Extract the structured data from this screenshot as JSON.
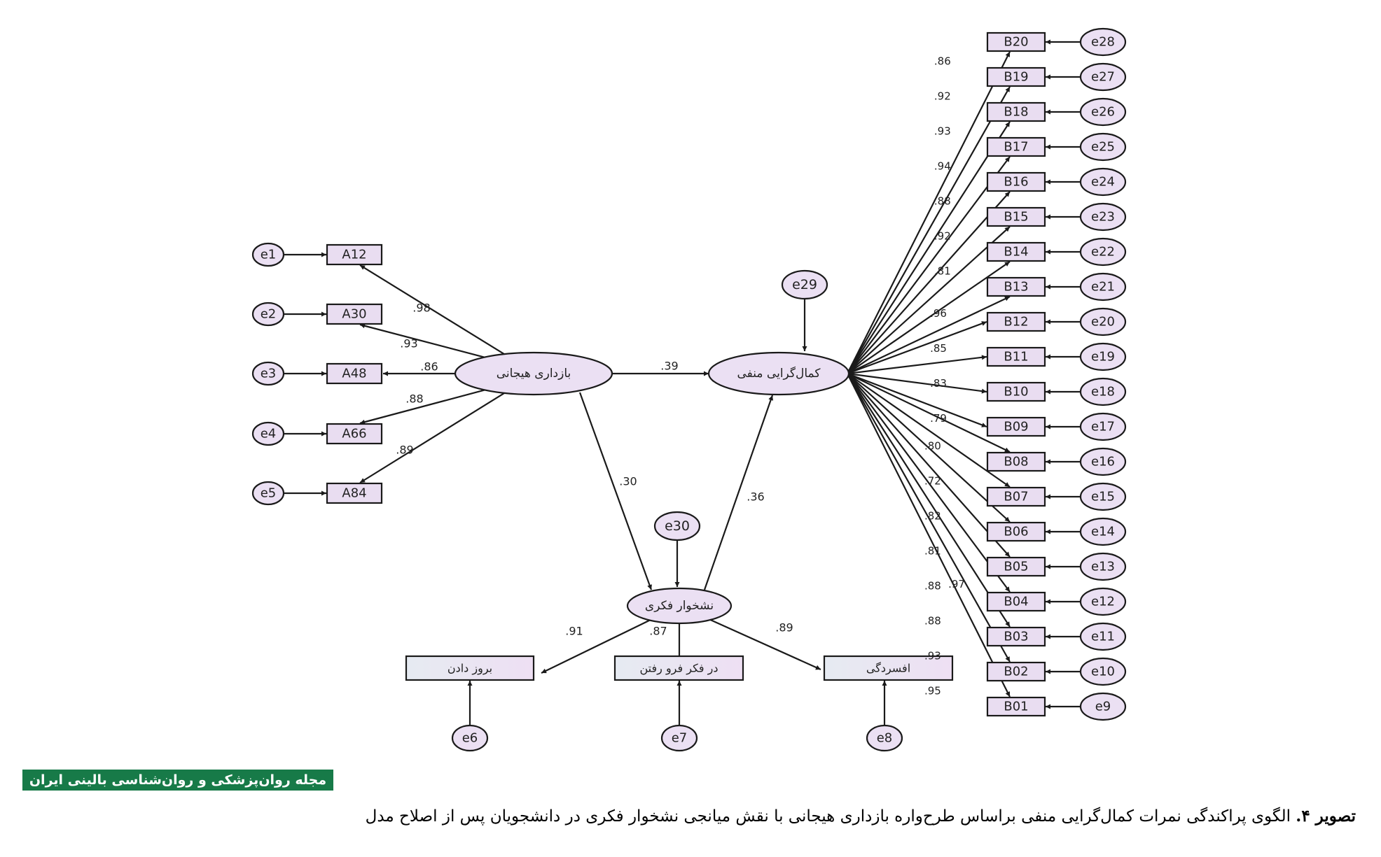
{
  "diagram": {
    "latents": {
      "L1": "بازداری هیجانی",
      "L2": "کمال‌گرایی منفی",
      "L3": "نشخوار فکری"
    },
    "a_indicators": [
      {
        "err": "e1",
        "name": "A12",
        "load": ".98"
      },
      {
        "err": "e2",
        "name": "A30",
        "load": ".93"
      },
      {
        "err": "e3",
        "name": "A48",
        "load": ".86"
      },
      {
        "err": "e4",
        "name": "A66",
        "load": ".88"
      },
      {
        "err": "e5",
        "name": "A84",
        "load": ".89"
      }
    ],
    "c_indicators": [
      {
        "err": "e6",
        "name": "بروز دادن",
        "load": ".91"
      },
      {
        "err": "e7",
        "name": "در فکر فرو رفتن",
        "load": ".87"
      },
      {
        "err": "e8",
        "name": "افسردگی",
        "load": ".89"
      }
    ],
    "b_indicators": [
      {
        "err": "e28",
        "name": "B20",
        "load": ""
      },
      {
        "err": "e27",
        "name": "B19",
        "load": ".86"
      },
      {
        "err": "e26",
        "name": "B18",
        "load": ".92"
      },
      {
        "err": "e25",
        "name": "B17",
        "load": ".93"
      },
      {
        "err": "e24",
        "name": "B16",
        "load": ".94"
      },
      {
        "err": "e23",
        "name": "B15",
        "load": ".88"
      },
      {
        "err": "e22",
        "name": "B14",
        "load": ".92"
      },
      {
        "err": "e21",
        "name": "B13",
        "load": ".81"
      },
      {
        "err": "e20",
        "name": "B12",
        "load": ".96"
      },
      {
        "err": "e19",
        "name": "B11",
        "load": ".85"
      },
      {
        "err": "e18",
        "name": "B10",
        "load": ".83"
      },
      {
        "err": "e17",
        "name": "B09",
        "load": ".79"
      },
      {
        "err": "e16",
        "name": "B08",
        "load": ".80"
      },
      {
        "err": "e15",
        "name": "B07",
        "load": ".72"
      },
      {
        "err": "e14",
        "name": "B06",
        "load": ".82"
      },
      {
        "err": "e13",
        "name": "B05",
        "load": ".81"
      },
      {
        "err": "e12",
        "name": "B04",
        "load": ".88"
      },
      {
        "err": "e11",
        "name": "B03",
        "load": ".88"
      },
      {
        "err": "e10",
        "name": "B02",
        "load": ".93"
      },
      {
        "err": "e9",
        "name": "B01",
        "load": ".95"
      }
    ],
    "extra_b_label": ".97",
    "paths": {
      "l1_l2": ".39",
      "l1_l3": ".30",
      "l3_l2": ".36"
    },
    "disturbances": {
      "d_l2": "e29",
      "d_l3": "e30"
    }
  },
  "journal_banner": "مجله روان‌پزشکی و روان‌شناسی بالینی ایران",
  "caption": {
    "label": "تصویر ۴.",
    "text": " الگوی پراکندگی نمرات کمال‌گرایی منفی براساس طرح‌واره بازداری هیجانی با نقش میانجی نشخوار فکری در دانشجویان پس از اصلاح مدل"
  },
  "colors": {
    "node_fill": "#ebe0f3",
    "box_fill": "#e9ddf1",
    "stroke": "#1a1a1a",
    "banner": "#177a48"
  }
}
